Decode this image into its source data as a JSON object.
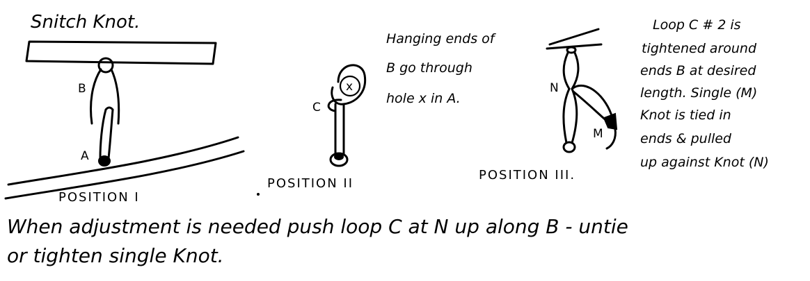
{
  "title": "Snitch Knot.",
  "labels": {
    "b": "B",
    "a": "A",
    "c": "C",
    "x": "x",
    "n": "N",
    "m": "M"
  },
  "positions": {
    "one": "POSITION I",
    "two": "POSITION II",
    "three": "POSITION III."
  },
  "note_hanging": [
    "Hanging ends of",
    "B go through",
    "hole x in A."
  ],
  "note_loop": [
    "Loop C # 2 is",
    "tightened around",
    "ends B at desired",
    "length. Single (M)",
    "Knot is tied in",
    "ends & pulled",
    "up against Knot (N)"
  ],
  "bottom_note": [
    "When adjustment is needed push loop C at N up along B - untie",
    "or tighten single Knot."
  ]
}
